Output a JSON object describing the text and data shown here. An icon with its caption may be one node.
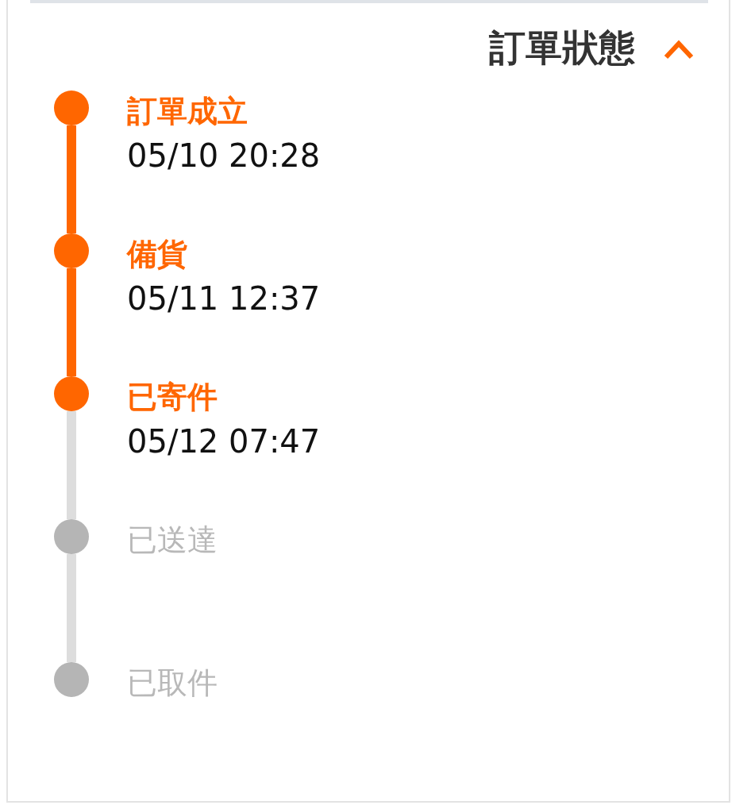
{
  "diagram": {
    "title": "訂單狀態",
    "nodes": [
      {
        "text": [],
        "shape": "circle",
        "beside": [
          "訂單成立",
          "05/10 20:28"
        ]
      },
      {
        "text": [],
        "shape": "circle",
        "beside": [
          "備貨",
          "05/11 12:37"
        ]
      },
      {
        "text": [],
        "shape": "circle",
        "beside": [
          "已寄件",
          "05/12 07:47"
        ]
      },
      {
        "text": [],
        "shape": "circle",
        "beside": [
          "已送達"
        ]
      },
      {
        "text": [],
        "shape": "circle",
        "beside": [
          "已取件"
        ]
      }
    ],
    "edges": [
      {
        "from": 0,
        "to": 1,
        "arrow": "none",
        "color": "#ff6600"
      },
      {
        "from": 1,
        "to": 2,
        "arrow": "none",
        "color": "#ff6600"
      },
      {
        "from": 2,
        "to": 3,
        "arrow": "none",
        "color": "#dddddd"
      },
      {
        "from": 3,
        "to": 4,
        "arrow": "none",
        "color": "#dddddd"
      }
    ]
  }
}
